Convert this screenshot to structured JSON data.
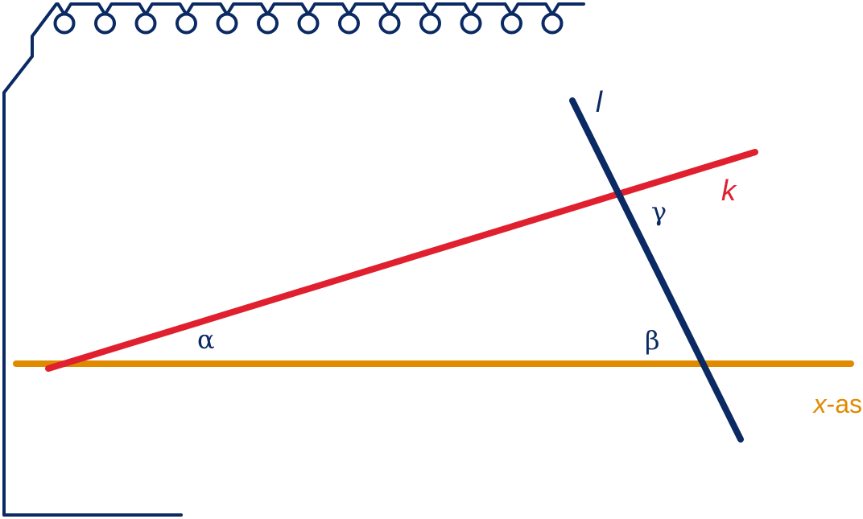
{
  "colors": {
    "frame": "#0b2a63",
    "line_k": "#e0202f",
    "line_l": "#0b2a63",
    "x_axis": "#e08a00",
    "greek": "#0b2a63"
  },
  "labels": {
    "line_k": "k",
    "line_l": "l",
    "x_axis_var": "x",
    "x_axis_suffix": "-as",
    "angle_alpha": "α",
    "angle_beta": "β",
    "angle_gamma": "γ"
  },
  "notebook": {
    "spiral_rings": 13
  }
}
